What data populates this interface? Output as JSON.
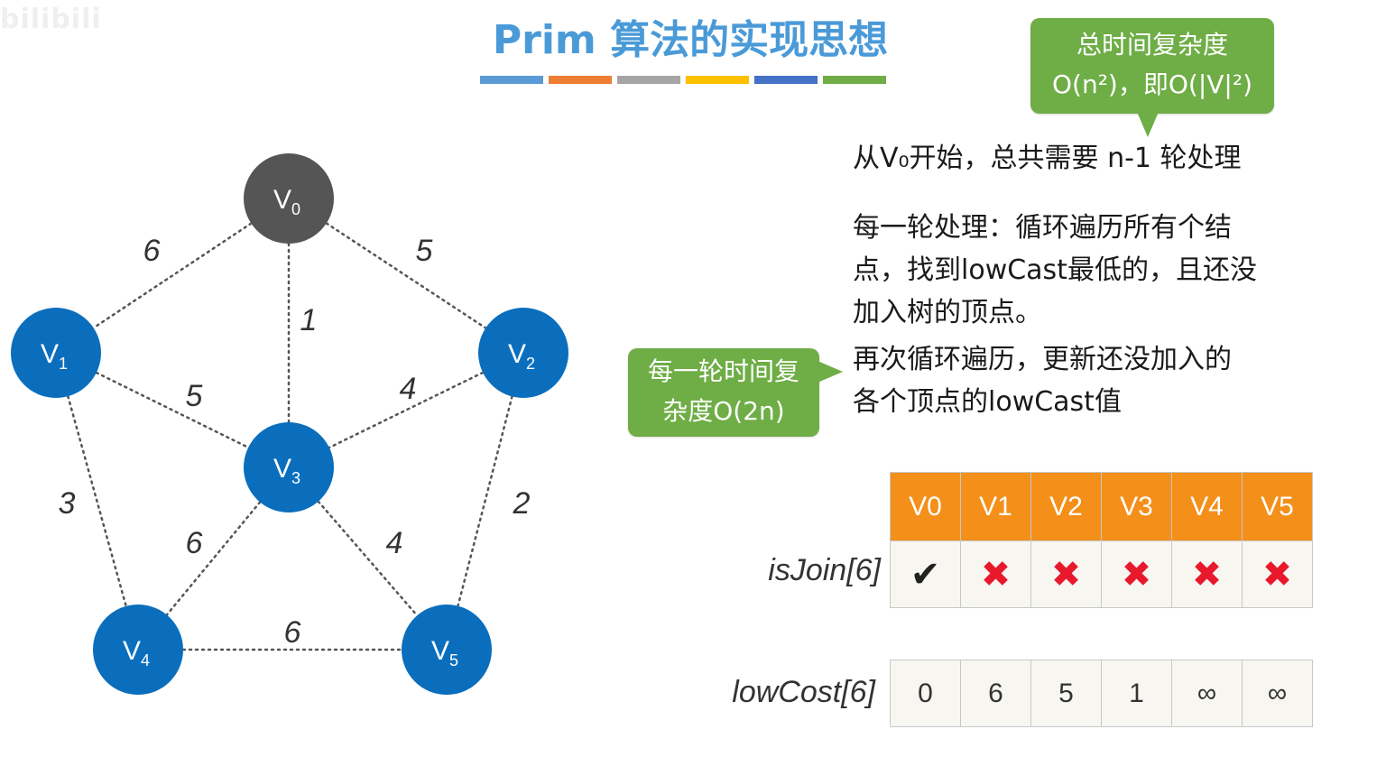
{
  "watermark": "bilibili",
  "title": "Prim 算法的实现思想",
  "title_strip_colors": [
    "#5b9bd5",
    "#ed7d31",
    "#a5a5a5",
    "#ffc000",
    "#4472c4",
    "#70ad47"
  ],
  "callouts": {
    "total_line1": "总时间复杂度",
    "total_line2": "O(n²)，即O(|V|²)",
    "round_line1": "每一轮时间复",
    "round_line2": "杂度O(2n)"
  },
  "text": {
    "start": "从V₀开始，总共需要 n-1 轮处理",
    "round_line1": "每一轮处理：循环遍历所有个结",
    "round_line2": "点，找到lowCast最低的，且还没",
    "round_line3": "加入树的顶点。",
    "update_line1": "再次循环遍历，更新还没加入的",
    "update_line2": "各个顶点的lowCast值"
  },
  "graph": {
    "nodes": [
      {
        "id": "V0",
        "label": "V",
        "sub": "0",
        "color": "#555555"
      },
      {
        "id": "V1",
        "label": "V",
        "sub": "1",
        "color": "#0a6ebd"
      },
      {
        "id": "V2",
        "label": "V",
        "sub": "2",
        "color": "#0a6ebd"
      },
      {
        "id": "V3",
        "label": "V",
        "sub": "3",
        "color": "#0a6ebd"
      },
      {
        "id": "V4",
        "label": "V",
        "sub": "4",
        "color": "#0a6ebd"
      },
      {
        "id": "V5",
        "label": "V",
        "sub": "5",
        "color": "#0a6ebd"
      }
    ],
    "edges": [
      {
        "from": "V0",
        "to": "V1",
        "weight": "6"
      },
      {
        "from": "V0",
        "to": "V2",
        "weight": "5"
      },
      {
        "from": "V0",
        "to": "V3",
        "weight": "1"
      },
      {
        "from": "V1",
        "to": "V3",
        "weight": "5"
      },
      {
        "from": "V2",
        "to": "V3",
        "weight": "4"
      },
      {
        "from": "V1",
        "to": "V4",
        "weight": "3"
      },
      {
        "from": "V2",
        "to": "V5",
        "weight": "2"
      },
      {
        "from": "V3",
        "to": "V4",
        "weight": "6"
      },
      {
        "from": "V3",
        "to": "V5",
        "weight": "4"
      },
      {
        "from": "V4",
        "to": "V5",
        "weight": "6"
      }
    ]
  },
  "table": {
    "headers": [
      "V0",
      "V1",
      "V2",
      "V3",
      "V4",
      "V5"
    ],
    "isjoin_label": "isJoin[6]",
    "isjoin": [
      "✔",
      "✖",
      "✖",
      "✖",
      "✖",
      "✖"
    ],
    "lowcost_label": "lowCost[6]",
    "lowcost": [
      "0",
      "6",
      "5",
      "1",
      "∞",
      "∞"
    ]
  }
}
